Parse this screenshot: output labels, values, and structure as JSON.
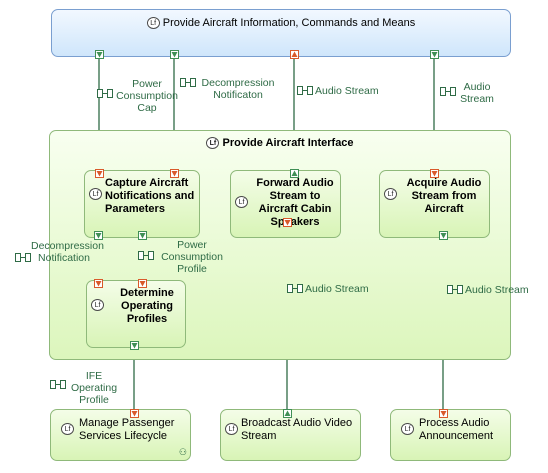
{
  "functions": {
    "top": {
      "label": "Provide Aircraft Information, Commands and Means",
      "icon": "Lf"
    },
    "container": {
      "label": "Provide Aircraft Interface",
      "icon": "Lf"
    },
    "capture": {
      "label": "Capture Aircraft Notifications and Parameters",
      "icon": "Lf"
    },
    "forward": {
      "label": "Forward Audio Stream to Aircraft Cabin Speakers",
      "icon": "Lf"
    },
    "acquire": {
      "label": "Acquire Audio Stream from Aircraft",
      "icon": "Lf"
    },
    "determine": {
      "label": "Determine Operating Profiles",
      "icon": "Lf"
    },
    "manage": {
      "label": "Manage Passenger Services Lifecycle",
      "icon": "Lf"
    },
    "broadcast": {
      "label": "Broadcast Audio Video Stream",
      "icon": "Lf"
    },
    "process": {
      "label": "Process Audio Announcement",
      "icon": "Lf"
    }
  },
  "exchanges": {
    "power_cap": "Power Consumption Cap",
    "decomp_top": "Decompression Notificaton",
    "audio_top1": "Audio Stream",
    "audio_top2": "Audio Stream",
    "decomp_inner": "Decompression Notification",
    "power_profile": "Power Consumption Profile",
    "audio_mid1": "Audio Stream",
    "audio_mid2": "Audio Stream",
    "ife_profile": "IFE Operating Profile"
  },
  "colors": {
    "port_out": "#3f8f55",
    "port_in": "#d95a2b",
    "link": "#2f6b46"
  }
}
